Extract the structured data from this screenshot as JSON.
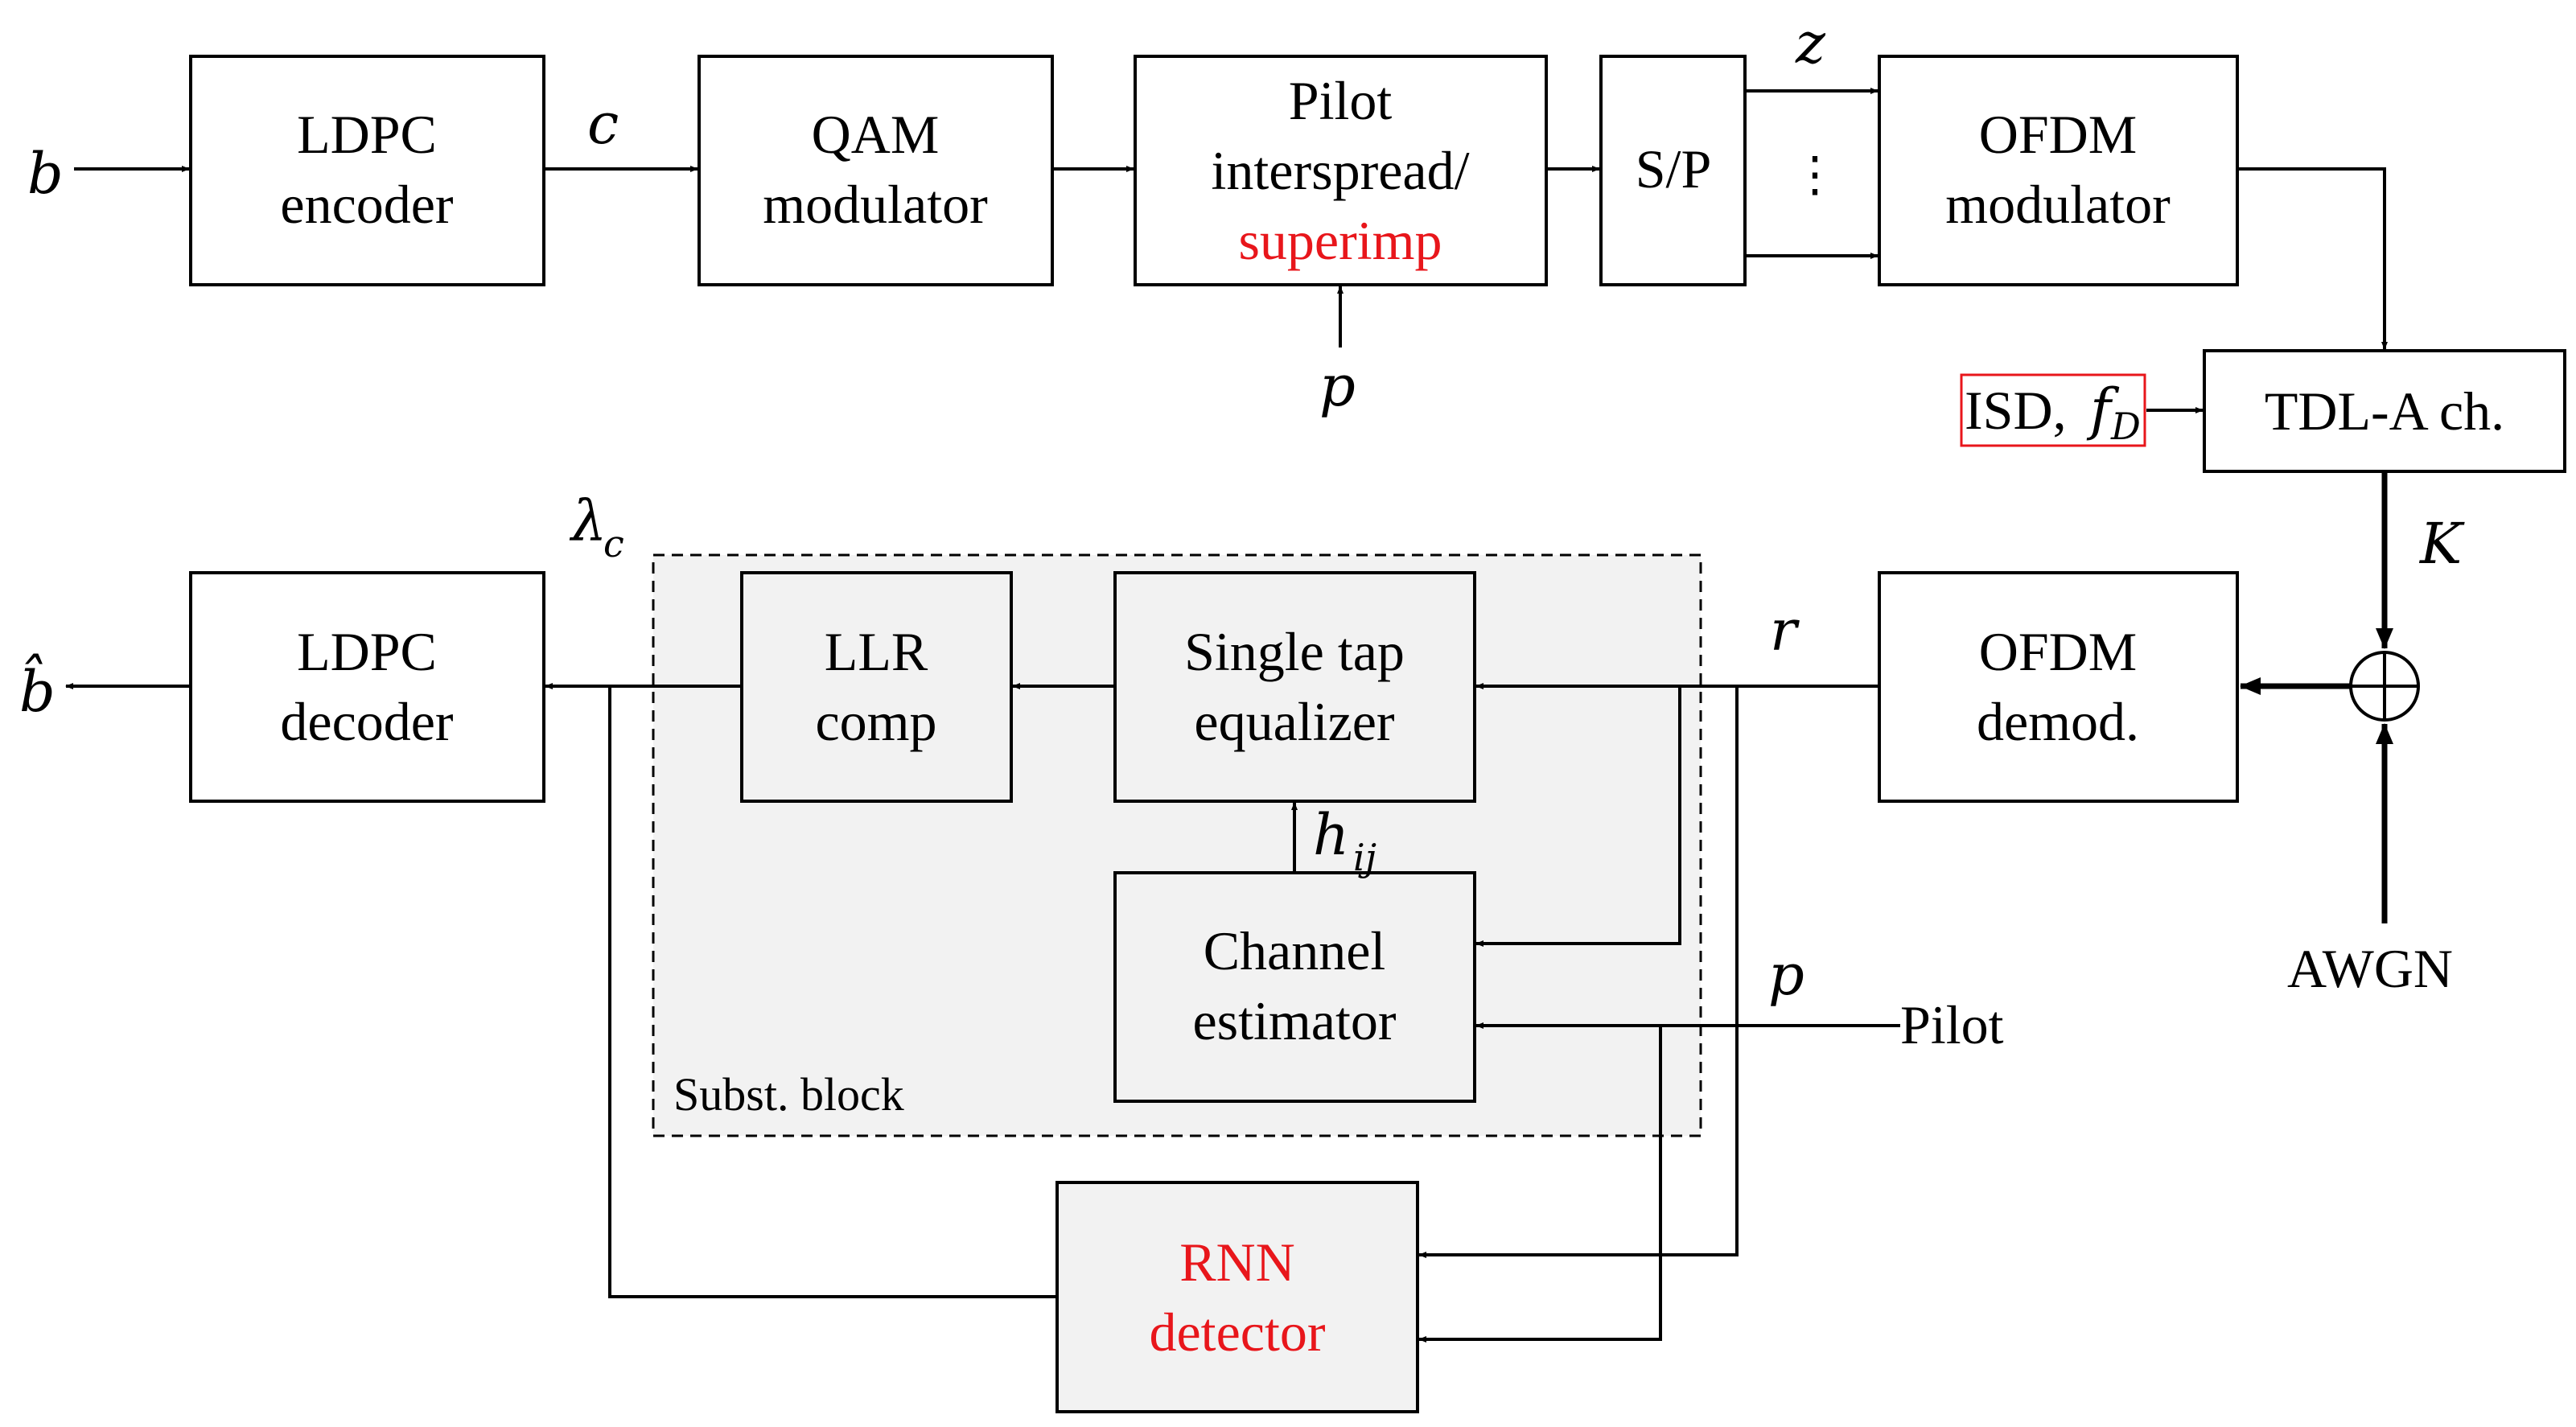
{
  "blocks": {
    "ldpc_encoder": {
      "line1": "LDPC",
      "line2": "encoder"
    },
    "qam_modulator": {
      "line1": "QAM",
      "line2": "modulator"
    },
    "pilot_insert": {
      "line1": "Pilot",
      "line2": "interspread/",
      "line3": "superimp"
    },
    "sp": {
      "label": "S/P"
    },
    "ofdm_modulator": {
      "line1": "OFDM",
      "line2": "modulator"
    },
    "tdl_channel": {
      "label": "TDL-A ch."
    },
    "ofdm_demod": {
      "line1": "OFDM",
      "line2": "demod."
    },
    "ldpc_decoder": {
      "line1": "LDPC",
      "line2": "decoder"
    },
    "llr_comp": {
      "line1": "LLR",
      "line2": "comp"
    },
    "equalizer": {
      "line1": "Single tap",
      "line2": "equalizer"
    },
    "channel_estimator": {
      "line1": "Channel",
      "line2": "estimator"
    },
    "rnn_detector": {
      "line1": "RNN",
      "line2": "detector"
    },
    "subst_block": {
      "label": "Subst. block"
    }
  },
  "signals": {
    "b": "b",
    "c": "c",
    "z": "z",
    "p_top": "p",
    "isd_text": "ISD, ",
    "fd_main": "f",
    "fd_sub": "D",
    "k": "K",
    "awgn": "AWGN",
    "r": "r",
    "lambda_main": "λ",
    "lambda_sub": "c",
    "b_hat": "b̂",
    "h_main": "h",
    "h_sub": "ij",
    "p_bottom": "p",
    "pilot": "Pilot",
    "dots": "⋮"
  },
  "colors": {
    "highlight": "#e8161b",
    "block_gray": "#f2f2f2"
  }
}
